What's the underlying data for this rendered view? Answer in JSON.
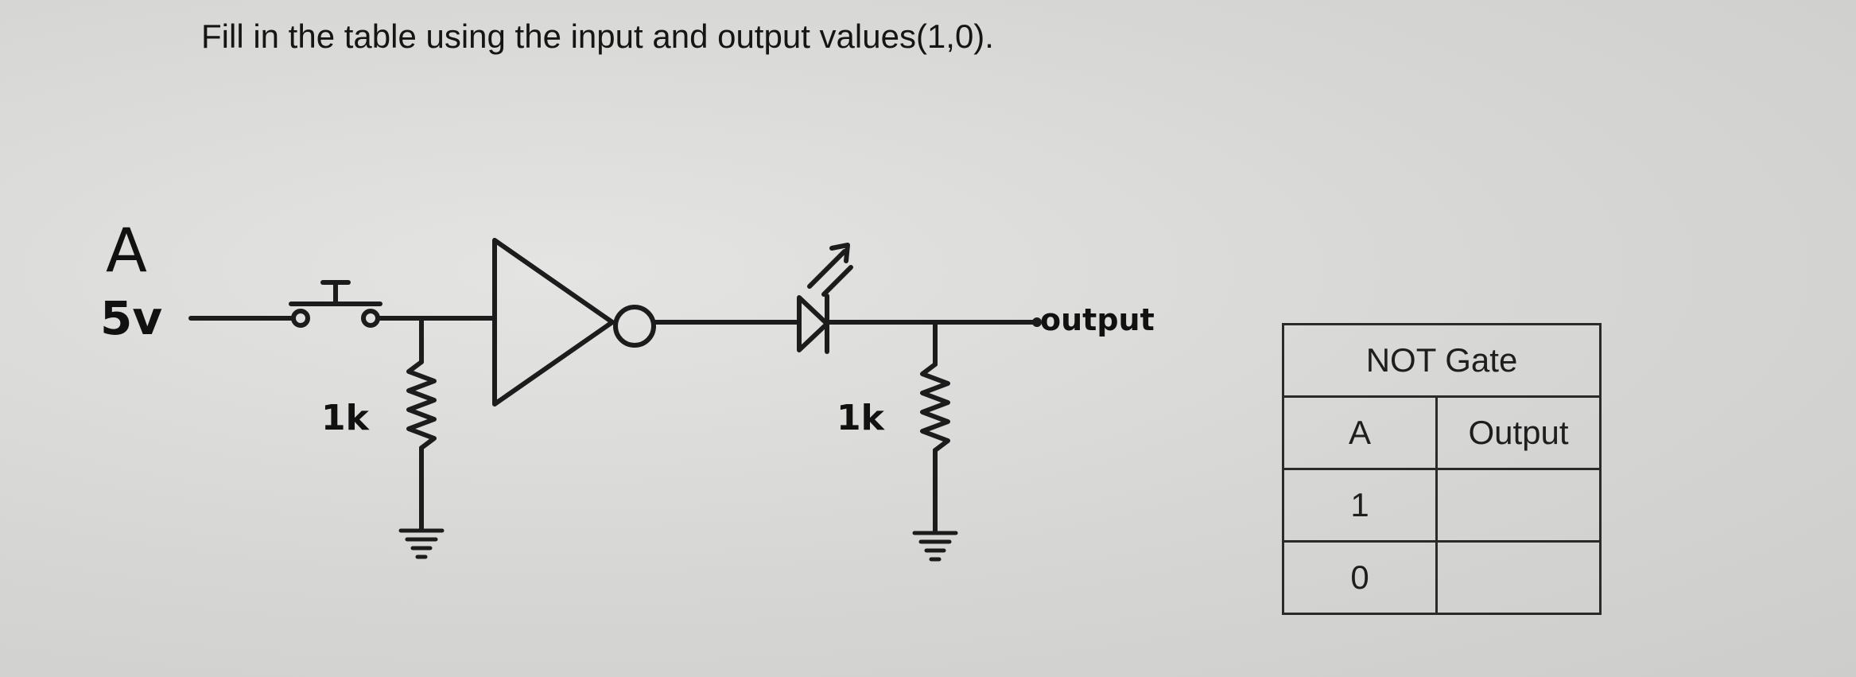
{
  "instruction": "Fill in the table using the input and output values(1,0).",
  "circuit": {
    "input_label": "A",
    "voltage_label": "5v",
    "resistor_left_label": "1k",
    "resistor_right_label": "1k",
    "output_label": "output",
    "line_color": "#1c1c1c"
  },
  "truth_table": {
    "title": "NOT Gate",
    "headers": [
      "A",
      "Output"
    ],
    "rows": [
      {
        "a": "1",
        "output": ""
      },
      {
        "a": "0",
        "output": ""
      }
    ]
  }
}
